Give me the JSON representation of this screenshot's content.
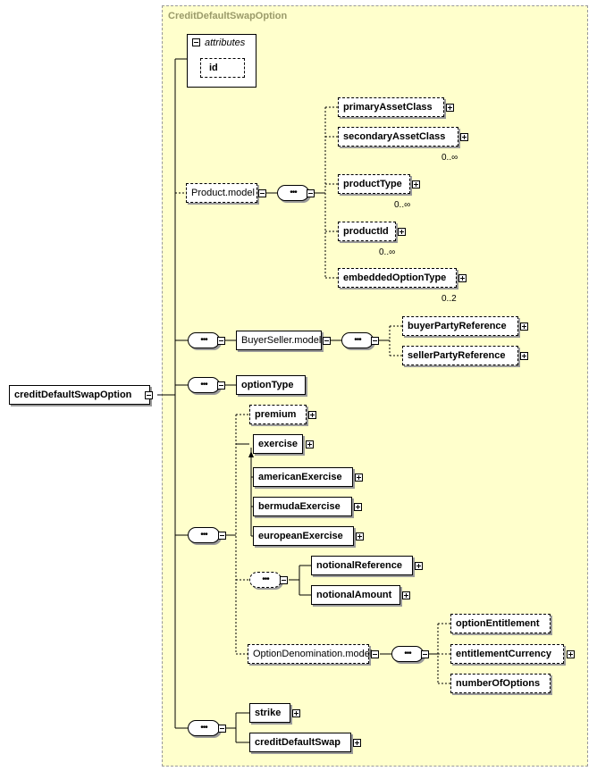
{
  "container_title": "CreditDefaultSwapOption",
  "root": "creditDefaultSwapOption",
  "attributes": {
    "label": "attributes",
    "items": [
      "id"
    ]
  },
  "product_model": {
    "label": "Product.model",
    "children": [
      {
        "label": "primaryAssetClass",
        "card": ""
      },
      {
        "label": "secondaryAssetClass",
        "card": "0..∞"
      },
      {
        "label": "productType",
        "card": "0..∞"
      },
      {
        "label": "productId",
        "card": "0..∞"
      },
      {
        "label": "embeddedOptionType",
        "card": "0..2"
      }
    ]
  },
  "buyer_seller": {
    "label": "BuyerSeller.model",
    "children": [
      "buyerPartyReference",
      "sellerPartyReference"
    ]
  },
  "option_type": "optionType",
  "seq4": {
    "premium": "premium",
    "exercise": "exercise",
    "exercise_children": [
      "americanExercise",
      "bermudaExercise",
      "europeanExercise"
    ],
    "notional_choice": [
      "notionalReference",
      "notionalAmount"
    ],
    "option_denomination": {
      "label": "OptionDenomination.model",
      "children": [
        "optionEntitlement",
        "entitlementCurrency",
        "numberOfOptions"
      ]
    }
  },
  "seq5": [
    "strike",
    "creditDefaultSwap"
  ],
  "colors": {
    "container_bg": "#ffffcc",
    "container_border": "#9a9a9a",
    "shadow": "#9a9a9a"
  }
}
